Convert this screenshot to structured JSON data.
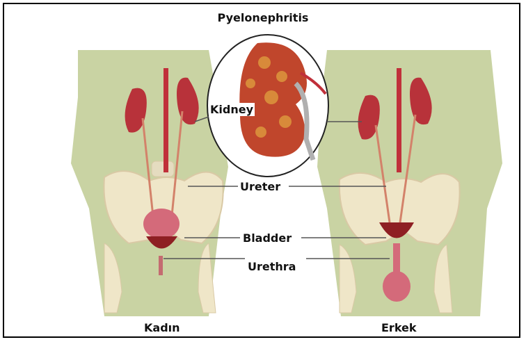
{
  "title": "Pyelonephritis",
  "labels": {
    "kidney": "Kidney",
    "ureter": "Ureter",
    "bladder": "Bladder",
    "urethra": "Urethra"
  },
  "captions": {
    "female": "Kadın",
    "male": "Erkek"
  },
  "colors": {
    "skin": "#c9d3a3",
    "bone": "#efe6c8",
    "organ_red": "#b8323a",
    "kidney_fill": "#c0462c",
    "kidney_spot": "#d88a3a",
    "pointer_line": "#555555"
  }
}
